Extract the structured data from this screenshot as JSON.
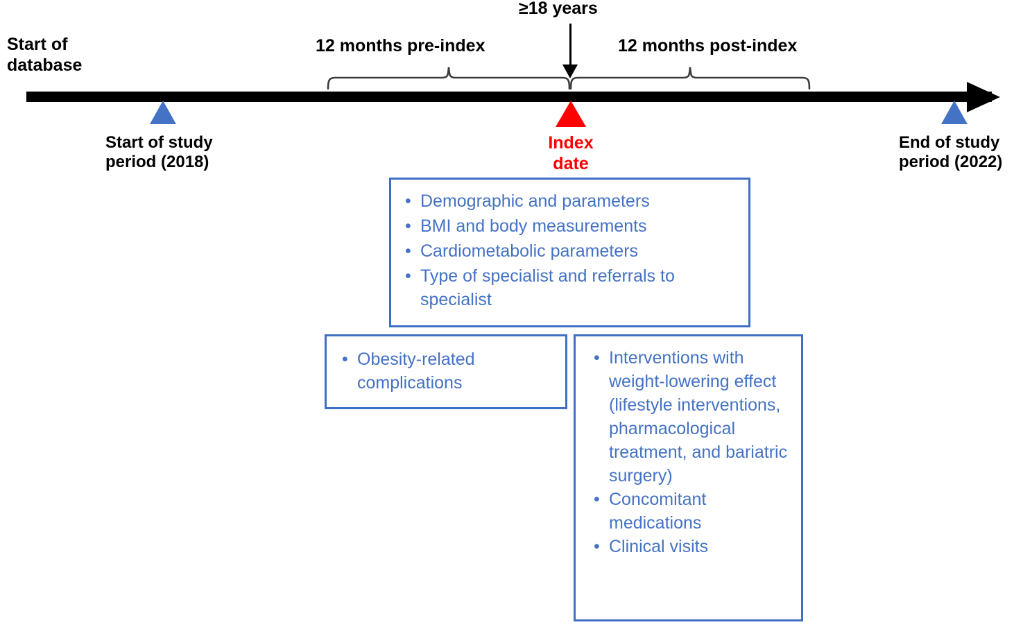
{
  "figure": {
    "type": "study-design-timeline",
    "colors": {
      "timeline": "#000000",
      "marker_blue": "#4472C4",
      "marker_red": "#FF0000",
      "box_border": "#3F6FC4",
      "box_text": "#4472C4"
    }
  },
  "timeline": {
    "start_of_database_label": "Start of\ndatabase",
    "age_criterion_label": "≥18 years",
    "pre_index_label": "12 months pre-index",
    "post_index_label": "12 months post-index",
    "markers": [
      {
        "id": "start-of-study-period",
        "label": "Start of study\nperiod (2018)",
        "color": "#4472C4"
      },
      {
        "id": "index-date",
        "label": "Index\ndate",
        "color": "#FF0000"
      },
      {
        "id": "end-of-study-period",
        "label": "End of study\nperiod (2022)",
        "color": "#4472C4"
      }
    ]
  },
  "boxes": [
    {
      "id": "baseline-characteristics",
      "items": [
        "Demographic and parameters",
        "BMI and body measurements",
        "Cardiometabolic parameters",
        "Type of specialist and referrals to specialist"
      ]
    },
    {
      "id": "pre-index-outcomes",
      "items": [
        "Obesity-related complications"
      ]
    },
    {
      "id": "post-index-outcomes",
      "items": [
        "Interventions with weight-lowering effect (lifestyle interventions, pharmacological treatment, and bariatric surgery)",
        "Concomitant medications",
        "Clinical visits"
      ]
    }
  ]
}
